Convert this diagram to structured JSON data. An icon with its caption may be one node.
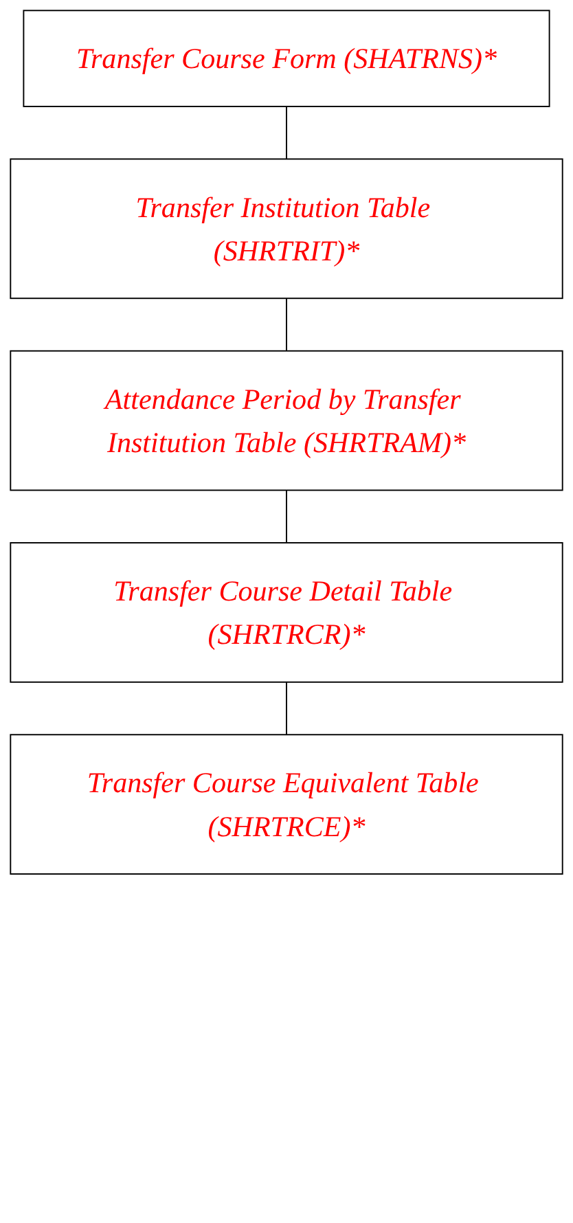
{
  "diagram": {
    "nodes": [
      {
        "text": [
          "Transfer Course Form (SHATRNS)*"
        ]
      },
      {
        "text": [
          "Transfer Institution Table (SHRTRIT)*"
        ]
      },
      {
        "text": [
          "Attendance Period by Transfer Institution Table (SHRTRAM)*"
        ]
      },
      {
        "text": [
          "Transfer Course Detail Table (SHRTRCR)*"
        ]
      },
      {
        "text": [
          "Transfer Course Equivalent Table (SHRTRCE)*"
        ]
      }
    ],
    "edges": [
      {
        "from": 0,
        "to": 1,
        "arrow": "none"
      },
      {
        "from": 1,
        "to": 2,
        "arrow": "none"
      },
      {
        "from": 2,
        "to": 3,
        "arrow": "none"
      },
      {
        "from": 3,
        "to": 4,
        "arrow": "none"
      }
    ]
  }
}
